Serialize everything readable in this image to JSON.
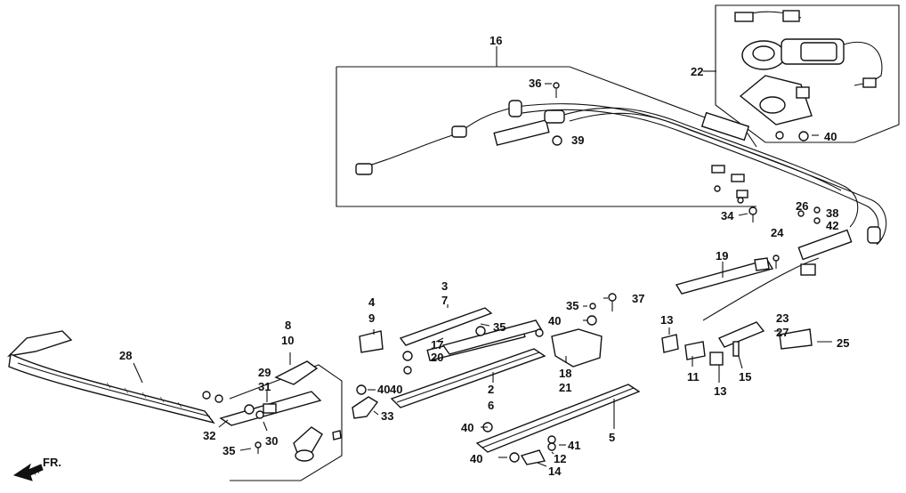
{
  "diagram": {
    "part_labels": [
      "16",
      "22",
      "36",
      "39",
      "40",
      "34",
      "26",
      "38",
      "42",
      "24",
      "19",
      "3",
      "7",
      "4",
      "9",
      "35",
      "37",
      "40",
      "17",
      "20",
      "35",
      "18",
      "21",
      "13",
      "23",
      "27",
      "25",
      "28",
      "8",
      "10",
      "40",
      "11",
      "13",
      "15",
      "29",
      "31",
      "40",
      "33",
      "2",
      "6",
      "40",
      "5",
      "32",
      "30",
      "35",
      "41",
      "12",
      "40",
      "14"
    ],
    "front_marker": "FR."
  }
}
